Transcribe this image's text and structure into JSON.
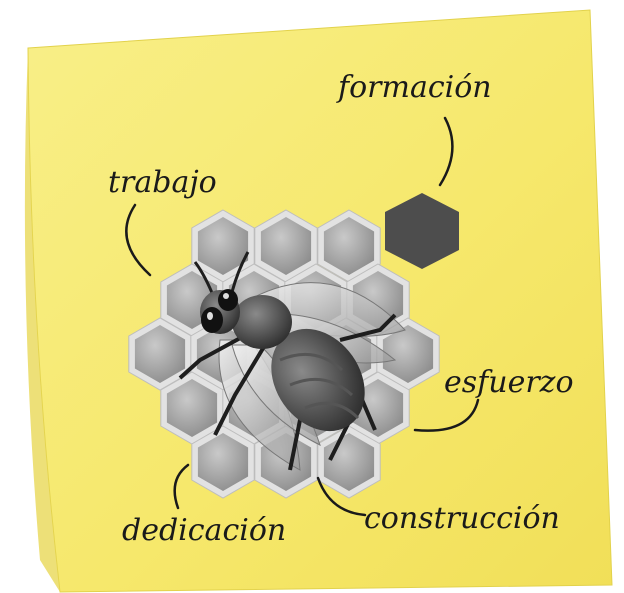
{
  "note": {
    "color": "#f7ec7a",
    "labels": {
      "top_right": "formación",
      "top_left": "trabajo",
      "right": "esfuerzo",
      "bottom_left": "dedicación",
      "bottom_right": "construcción"
    }
  },
  "honeycomb": {
    "cell_color": "#a9a9a9",
    "accent_cell_color": "#4d4d4d"
  },
  "illustration": {
    "subject": "bee-icon"
  }
}
